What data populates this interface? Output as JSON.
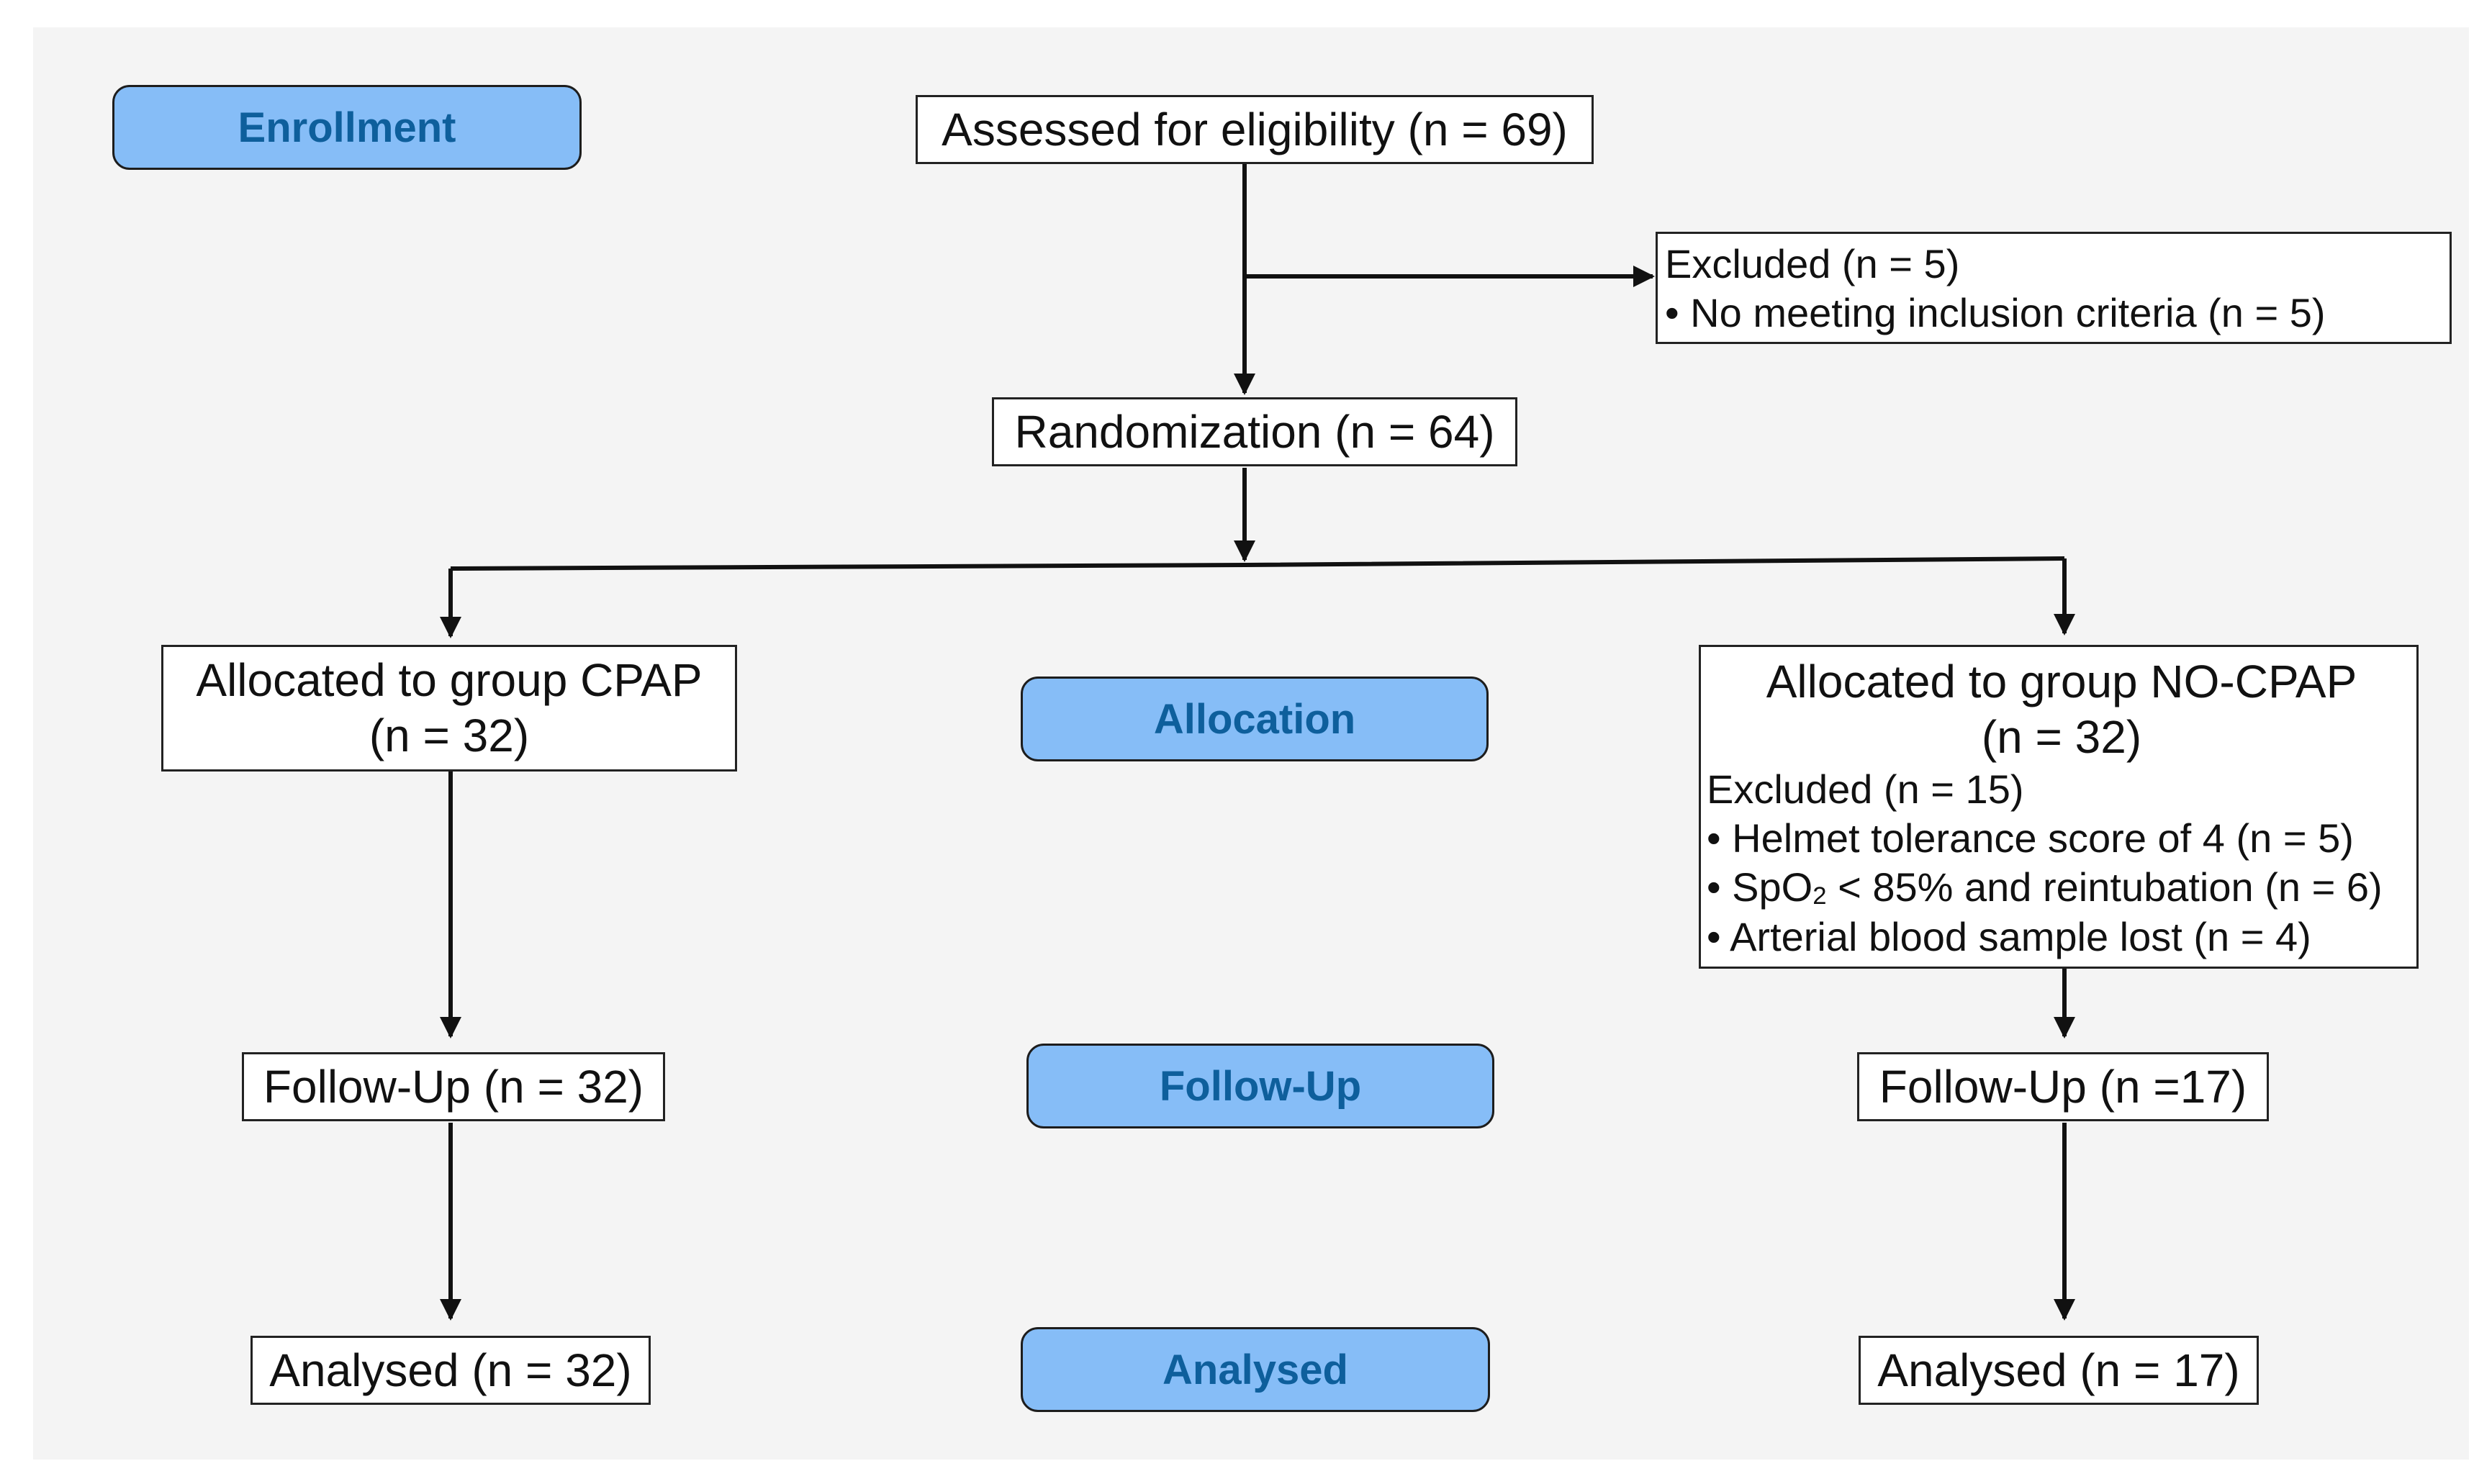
{
  "stages": {
    "enrollment": "Enrollment",
    "allocation": "Allocation",
    "follow_up": "Follow-Up",
    "analysed": "Analysed"
  },
  "boxes": {
    "assessed": "Assessed for eligibility (n = 69)",
    "excluded_top": {
      "title": "Excluded  (n = 5)",
      "items": [
        "No meeting inclusion criteria (n = 5)"
      ]
    },
    "randomization": "Randomization (n = 64)",
    "cpap": {
      "line1": "Allocated to group CPAP",
      "line2": "(n = 32)"
    },
    "nocpap": {
      "line1": "Allocated to group NO-CPAP",
      "line2": "(n = 32)",
      "excluded_title": "Excluded (n = 15)",
      "items": [
        "Helmet tolerance score of 4 (n = 5)",
        {
          "pre": "SpO",
          "sub": "2",
          "post": " < 85% and reintubation (n = 6)"
        },
        "Arterial blood sample lost (n = 4)"
      ]
    },
    "followup_cpap": "Follow-Up (n = 32)",
    "followup_nocpap": "Follow-Up (n =17)",
    "analysed_cpap": "Analysed (n = 32)",
    "analysed_nocpap": "Analysed (n = 17)"
  },
  "colors": {
    "stage_fill": "#86bdf7",
    "stage_text": "#0e5f9c",
    "background": "#f4f4f4"
  }
}
